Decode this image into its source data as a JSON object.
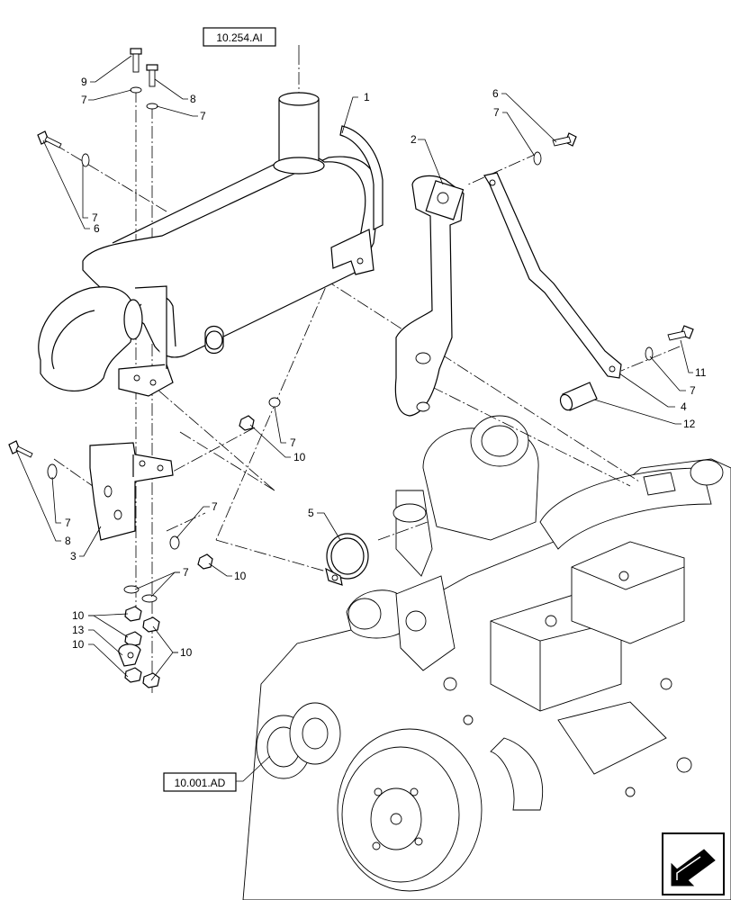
{
  "references": {
    "top": "10.254.AI",
    "bottom": "10.001.AD"
  },
  "callouts": {
    "c1": "1",
    "c2": "2",
    "c3": "3",
    "c4": "4",
    "c5": "5",
    "c6a": "6",
    "c6b": "6",
    "c7a": "7",
    "c7b": "7",
    "c7c": "7",
    "c7d": "7",
    "c7e": "7",
    "c7f": "7",
    "c7g": "7",
    "c7h": "7",
    "c7i": "7",
    "c8a": "8",
    "c8b": "8",
    "c9": "9",
    "c10a": "10",
    "c10b": "10",
    "c10c": "10",
    "c10d": "10",
    "c10e": "10",
    "c11": "11",
    "c12": "12",
    "c13": "13"
  },
  "nav": {
    "icon": "arrow-down-left-icon"
  }
}
